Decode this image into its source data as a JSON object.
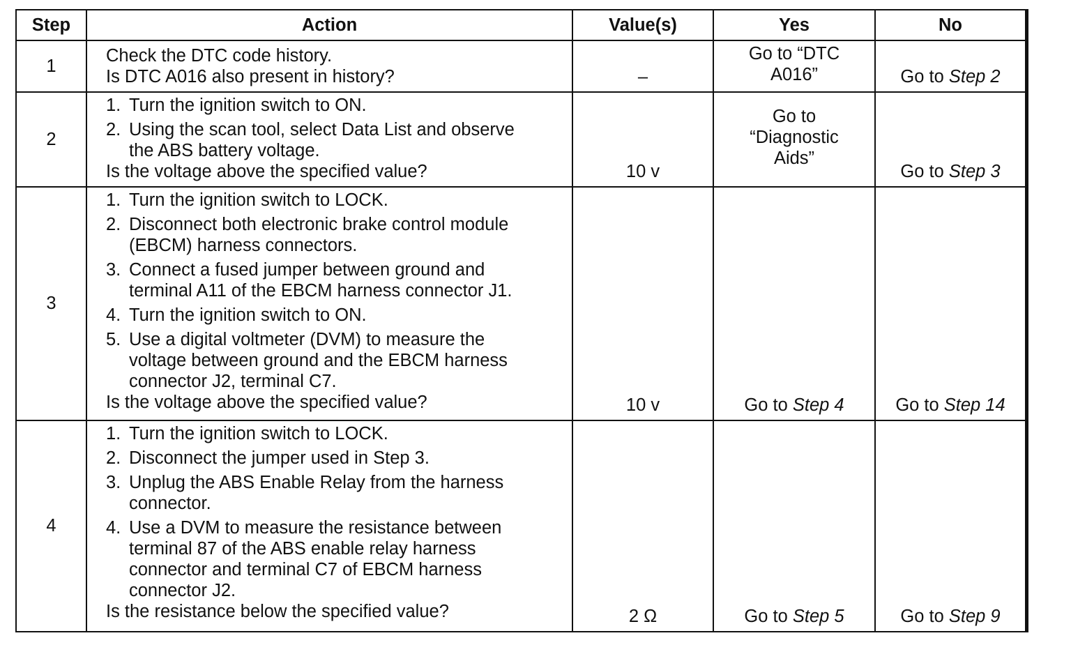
{
  "headers": [
    "Step",
    "Action",
    "Value(s)",
    "Yes",
    "No"
  ],
  "rows": [
    {
      "step": "1",
      "items": [],
      "plain": [
        "Check the DTC code history."
      ],
      "question": "Is DTC A016 also present in history?",
      "value": "–",
      "yes": {
        "lines": [
          "Go to “DTC",
          "A016”"
        ],
        "prefix": "",
        "italic": ""
      },
      "no": {
        "prefix": "Go to ",
        "italic": "Step 2"
      }
    },
    {
      "step": "2",
      "items": [
        {
          "num": "1.",
          "lines": [
            "Turn the ignition switch to ON."
          ]
        },
        {
          "num": "2.",
          "lines": [
            "Using the scan tool, select Data List and observe",
            "the ABS battery voltage."
          ]
        }
      ],
      "plain": [],
      "question": "Is the voltage above the specified value?",
      "value": "10 v",
      "yes": {
        "lines": [
          "Go to",
          "“Diagnostic",
          "Aids”"
        ],
        "prefix": "",
        "italic": ""
      },
      "no": {
        "prefix": "Go to ",
        "italic": "Step 3"
      }
    },
    {
      "step": "3",
      "items": [
        {
          "num": "1.",
          "lines": [
            "Turn the ignition switch to LOCK."
          ]
        },
        {
          "num": "2.",
          "lines": [
            "Disconnect both electronic brake control module",
            "(EBCM) harness connectors."
          ]
        },
        {
          "num": "3.",
          "lines": [
            "Connect a fused jumper between ground and",
            "terminal A11 of the EBCM harness connector J1."
          ]
        },
        {
          "num": "4.",
          "lines": [
            "Turn the ignition switch to ON."
          ]
        },
        {
          "num": "5.",
          "lines": [
            "Use a digital voltmeter (DVM) to measure the",
            "voltage between ground and the EBCM harness",
            "connector J2, terminal C7."
          ]
        }
      ],
      "plain": [],
      "question": "Is the voltage above the specified value?",
      "value": "10 v",
      "yes": {
        "lines": [],
        "prefix": "Go to ",
        "italic": "Step 4"
      },
      "no": {
        "prefix": "Go to ",
        "italic": "Step 14"
      }
    },
    {
      "step": "4",
      "items": [
        {
          "num": "1.",
          "lines": [
            "Turn the ignition switch to LOCK."
          ]
        },
        {
          "num": "2.",
          "lines": [
            "Disconnect the jumper used in Step 3."
          ]
        },
        {
          "num": "3.",
          "lines": [
            "Unplug the ABS Enable Relay from the harness",
            "connector."
          ]
        },
        {
          "num": "4.",
          "lines": [
            "Use a DVM to measure the resistance between",
            "terminal 87 of the ABS enable relay harness",
            "connector and terminal C7 of EBCM harness",
            "connector J2."
          ]
        }
      ],
      "plain": [],
      "question": "Is the resistance below the specified value?",
      "value": "2 Ω",
      "yes": {
        "lines": [],
        "prefix": "Go to ",
        "italic": "Step 5"
      },
      "no": {
        "prefix": "Go to ",
        "italic": "Step 9"
      }
    }
  ]
}
